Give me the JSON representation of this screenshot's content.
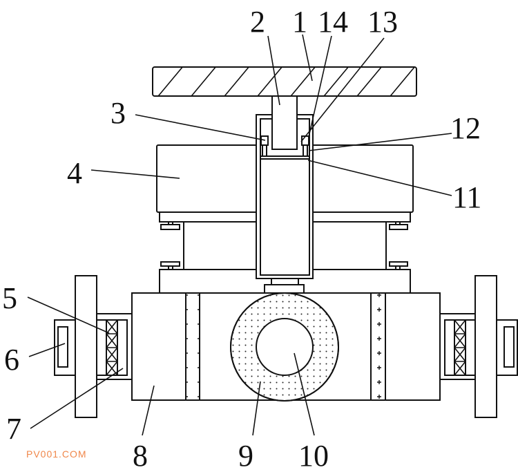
{
  "labels": {
    "l1": "1",
    "l2": "2",
    "l3": "3",
    "l4": "4",
    "l5": "5",
    "l6": "6",
    "l7": "7",
    "l8": "8",
    "l9": "9",
    "l10": "10",
    "l11": "11",
    "l12": "12",
    "l13": "13",
    "l14": "14"
  },
  "watermark": {
    "text": "PV001.COM",
    "color": "#f0874a"
  }
}
